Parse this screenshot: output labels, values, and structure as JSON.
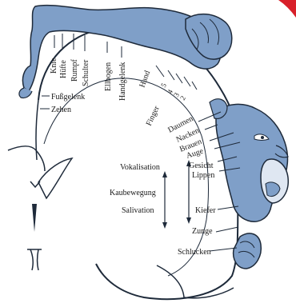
{
  "labels": {
    "knie": "Knie",
    "huefte": "Hüfte",
    "rumpf": "Rumpf",
    "schulter": "Schulter",
    "ellbogen": "Ellbogen",
    "handgelenk": "Handgelenk",
    "hand": "Hand",
    "finger": "Finger",
    "f5": "5",
    "f4": "4",
    "f3": "3",
    "f2": "2",
    "daumen": "Daumen",
    "nacken": "Nacken",
    "brauen": "Brauen",
    "auge": "Auge",
    "gesicht": "Gesicht",
    "lippen": "Lippen",
    "fussgelenk": "Fußgelenk",
    "zehen": "Zehen",
    "vokalisation": "Vokalisation",
    "kaubewegung": "Kaubewegung",
    "salivation": "Salivation",
    "kiefer": "Kiefer",
    "zunge": "Zunge",
    "schlucken": "Schlucken"
  },
  "colors": {
    "body_fill": "#7f9fc8",
    "outline": "#1e2a3a",
    "corner_badge": "#d8202a"
  }
}
